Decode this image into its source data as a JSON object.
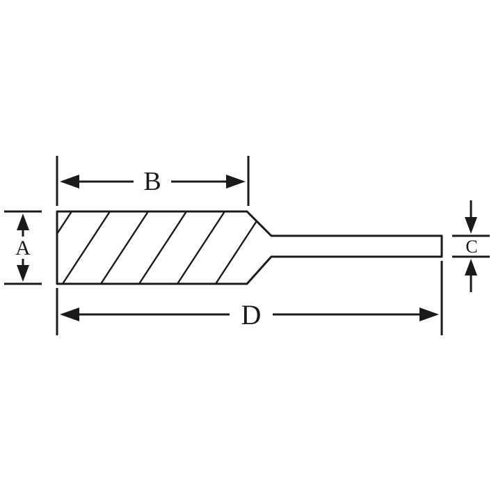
{
  "diagram": {
    "labels": {
      "a": "A",
      "b": "B",
      "c": "C",
      "d": "D"
    },
    "colors": {
      "line": "#1a1a1a",
      "background": "#ffffff"
    }
  }
}
